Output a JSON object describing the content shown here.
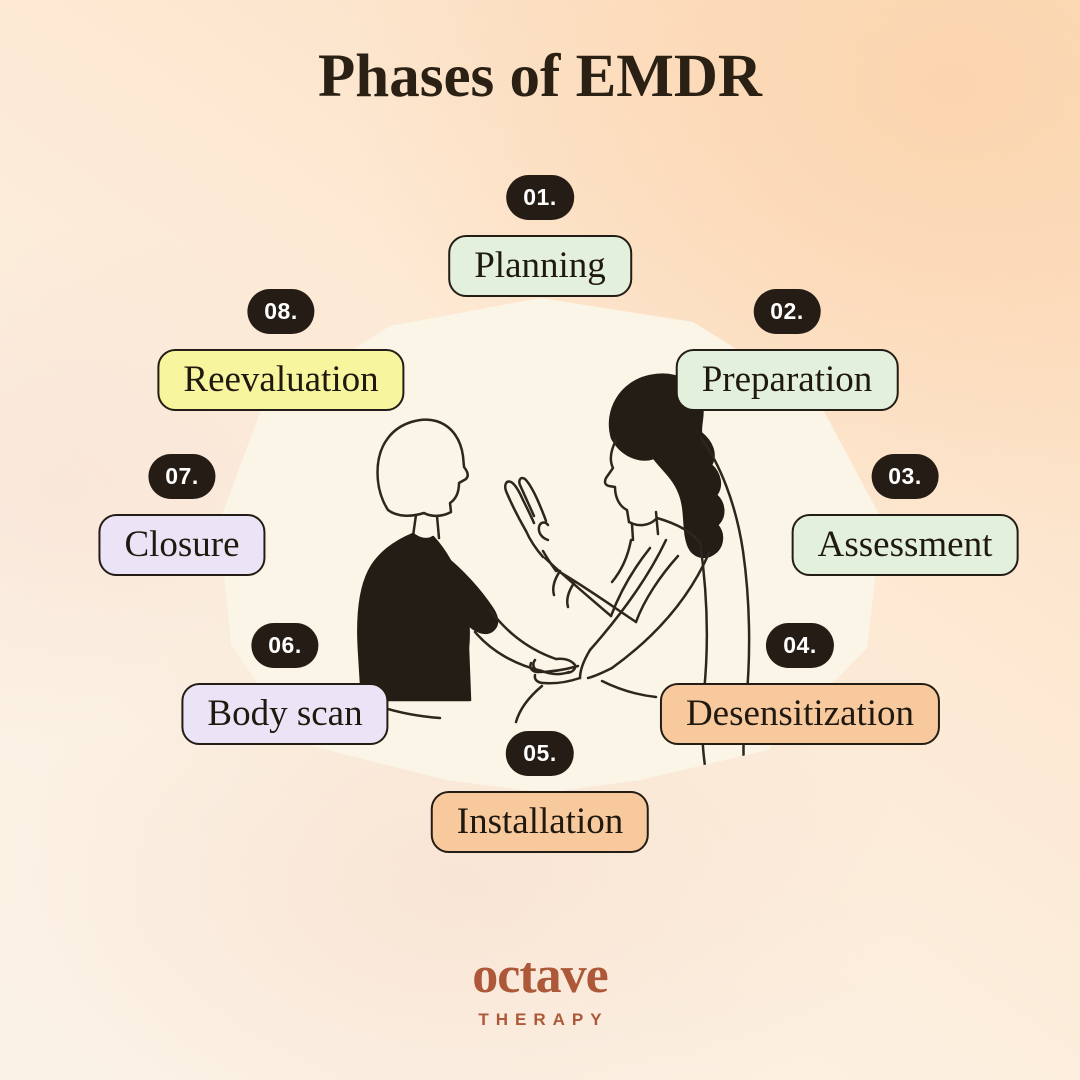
{
  "title": "Phases of EMDR",
  "phases": [
    {
      "number": "01.",
      "label": "Planning",
      "bg": "#e3f1dc"
    },
    {
      "number": "02.",
      "label": "Preparation",
      "bg": "#e3f1dc"
    },
    {
      "number": "03.",
      "label": "Assessment",
      "bg": "#e3f1dc"
    },
    {
      "number": "04.",
      "label": "Desensitization",
      "bg": "#f9c99e"
    },
    {
      "number": "05.",
      "label": "Installation",
      "bg": "#f9c99e"
    },
    {
      "number": "06.",
      "label": "Body scan",
      "bg": "#ebe4f6"
    },
    {
      "number": "07.",
      "label": "Closure",
      "bg": "#ebe4f6"
    },
    {
      "number": "08.",
      "label": "Reevaluation",
      "bg": "#f7f69e"
    }
  ],
  "logo": {
    "wordmark": "octave",
    "tagline": "THERAPY",
    "color": "#ac5839"
  },
  "colors": {
    "badge_bg": "#251d15",
    "badge_text": "#ffffff",
    "pill_border": "#241d15",
    "title_text": "#2b2014",
    "backdrop_blob": "#fbf5e7",
    "background_peach": "#fbdcbd",
    "background_cream": "#fbf2e6"
  }
}
